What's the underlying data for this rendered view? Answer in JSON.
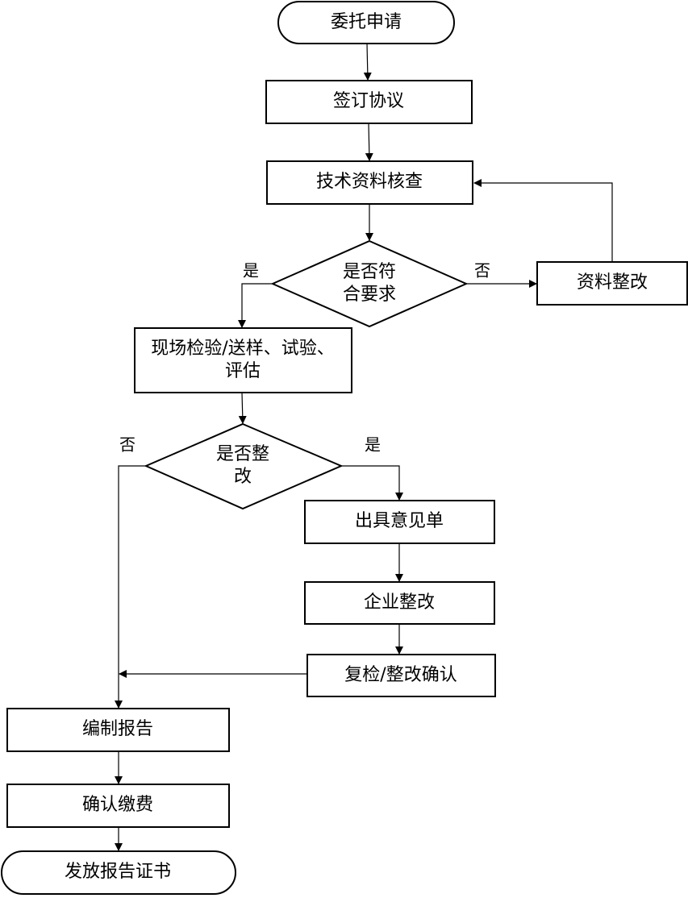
{
  "flowchart": {
    "nodes": {
      "start": {
        "lines": [
          "委托申请"
        ]
      },
      "sign_agreement": {
        "lines": [
          "签订协议"
        ]
      },
      "tech_review": {
        "lines": [
          "技术资料核查"
        ]
      },
      "meets_req": {
        "lines": [
          "是否符",
          "合要求"
        ]
      },
      "doc_rectify": {
        "lines": [
          "资料整改"
        ]
      },
      "inspection": {
        "lines": [
          "现场检验/送样、试验、",
          "评估"
        ]
      },
      "need_rectify": {
        "lines": [
          "是否整",
          "改"
        ]
      },
      "issue_opinion": {
        "lines": [
          "出具意见单"
        ]
      },
      "company_rectify": {
        "lines": [
          "企业整改"
        ]
      },
      "recheck": {
        "lines": [
          "复检/整改确认"
        ]
      },
      "compile_report": {
        "lines": [
          "编制报告"
        ]
      },
      "confirm_payment": {
        "lines": [
          "确认缴费"
        ]
      },
      "issue_certificate": {
        "lines": [
          "发放报告证书"
        ]
      }
    },
    "edge_labels": {
      "meets_yes": "是",
      "meets_no": "否",
      "rectify_no": "否",
      "rectify_yes": "是"
    }
  }
}
